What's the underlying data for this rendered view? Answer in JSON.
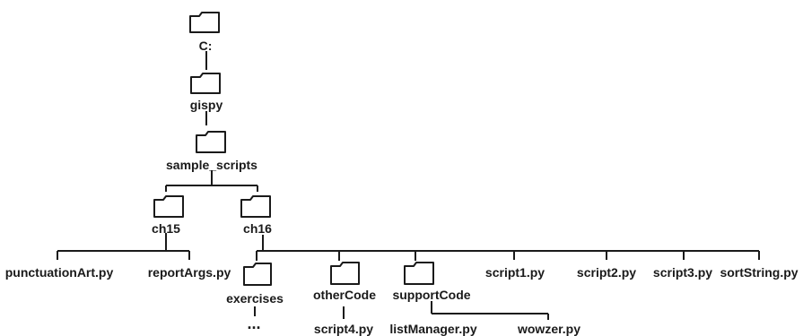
{
  "tree": {
    "root": "C:",
    "gispy": "gispy",
    "sample_scripts": "sample_scripts",
    "ch15": "ch15",
    "ch16": "ch16",
    "ch15_files": [
      "punctuationArt.py",
      "reportArgs.py"
    ],
    "exercises": "exercises",
    "exercises_child": "...",
    "otherCode": "otherCode",
    "otherCode_child": "script4.py",
    "supportCode": "supportCode",
    "supportCode_children": [
      "listManager.py",
      "wowzer.py"
    ],
    "ch16_files": [
      "script1.py",
      "script2.py",
      "script3.py",
      "sortString.py"
    ]
  }
}
